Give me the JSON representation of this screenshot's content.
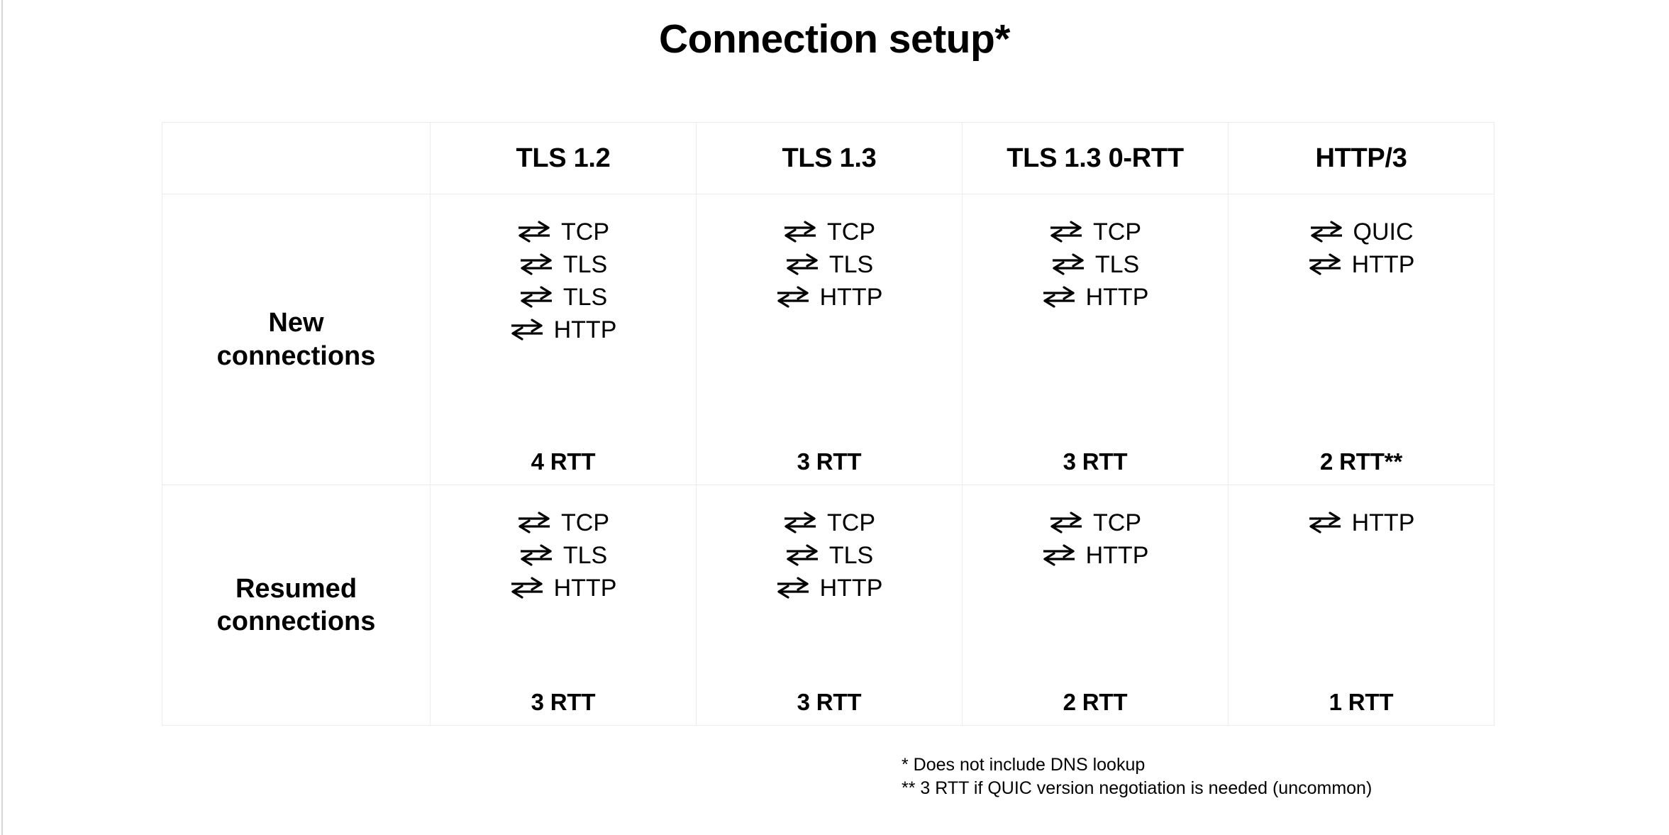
{
  "title": "Connection setup*",
  "icons": {
    "exchange": "bidirectional-arrows-icon"
  },
  "table": {
    "corner_label": "",
    "columns": [
      "TLS 1.2",
      "TLS 1.3",
      "TLS 1.3 0-RTT",
      "HTTP/3"
    ],
    "rows": [
      {
        "label_line1": "New",
        "label_line2": "connections",
        "cells": [
          {
            "steps": [
              "TCP",
              "TLS",
              "TLS",
              "HTTP"
            ],
            "rtt": "4 RTT"
          },
          {
            "steps": [
              "TCP",
              "TLS",
              "HTTP"
            ],
            "rtt": "3 RTT"
          },
          {
            "steps": [
              "TCP",
              "TLS",
              "HTTP"
            ],
            "rtt": "3 RTT"
          },
          {
            "steps": [
              "QUIC",
              "HTTP"
            ],
            "rtt": "2 RTT**"
          }
        ]
      },
      {
        "label_line1": "Resumed",
        "label_line2": "connections",
        "cells": [
          {
            "steps": [
              "TCP",
              "TLS",
              "HTTP"
            ],
            "rtt": "3 RTT"
          },
          {
            "steps": [
              "TCP",
              "TLS",
              "HTTP"
            ],
            "rtt": "3 RTT"
          },
          {
            "steps": [
              "TCP",
              "HTTP"
            ],
            "rtt": "2 RTT"
          },
          {
            "steps": [
              "HTTP"
            ],
            "rtt": "1 RTT"
          }
        ]
      }
    ]
  },
  "footnotes": [
    "* Does not include DNS lookup",
    "** 3 RTT if QUIC version negotiation is needed (uncommon)"
  ],
  "colors": {
    "text": "#000000",
    "background": "#ffffff",
    "grid": "#ececec",
    "edge_line": "#d4d6d8"
  }
}
